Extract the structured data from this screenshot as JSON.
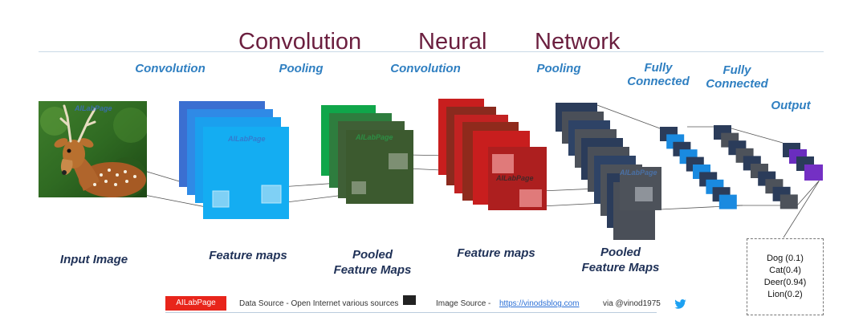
{
  "title": {
    "word1": "Convolution",
    "word2": "Neural",
    "word3": "Network"
  },
  "stages": {
    "conv1": "Convolution",
    "pool1": "Pooling",
    "conv2": "Convolution",
    "pool2": "Pooling",
    "fc1": [
      "Fully",
      "Connected"
    ],
    "fc2": [
      "Fully",
      "Connected"
    ],
    "output": "Output"
  },
  "captions": {
    "input": "Input Image",
    "maps1": "Feature maps",
    "pooled1": [
      "Pooled",
      "Feature Maps"
    ],
    "maps2": "Feature maps",
    "pooled2": [
      "Pooled",
      "Feature Maps"
    ]
  },
  "watermark": "AILabPage",
  "output_probs": [
    "Dog (0.1)",
    "Cat(0.4)",
    "Deer(0.94)",
    "Lion(0.2)"
  ],
  "footer": {
    "brand": "AILabPage",
    "data_source": "Data Source -  Open Internet  various sources",
    "image_source": "Image Source -",
    "link": "https://vinodsblog.com",
    "via": "via  @vinod1975"
  },
  "colors": {
    "title": "#6b1f3f",
    "stage_label": "#2f7fc1",
    "caption": "#1f3157",
    "blue_maps": [
      "#3b6fd1",
      "#2f8ae6",
      "#1aa0ee",
      "#14adf2"
    ],
    "green_maps": [
      "#10a64a",
      "#2e7d3e",
      "#3f5f36",
      "#3c5a2f"
    ],
    "red_maps": [
      "#c81e1e",
      "#8a2a1e",
      "#c22222",
      "#ad1f1f"
    ],
    "dark_maps": [
      "#2b3c5a",
      "#4a4f58",
      "#2e4366",
      "#4d525a"
    ],
    "brand": "#e8251b"
  }
}
